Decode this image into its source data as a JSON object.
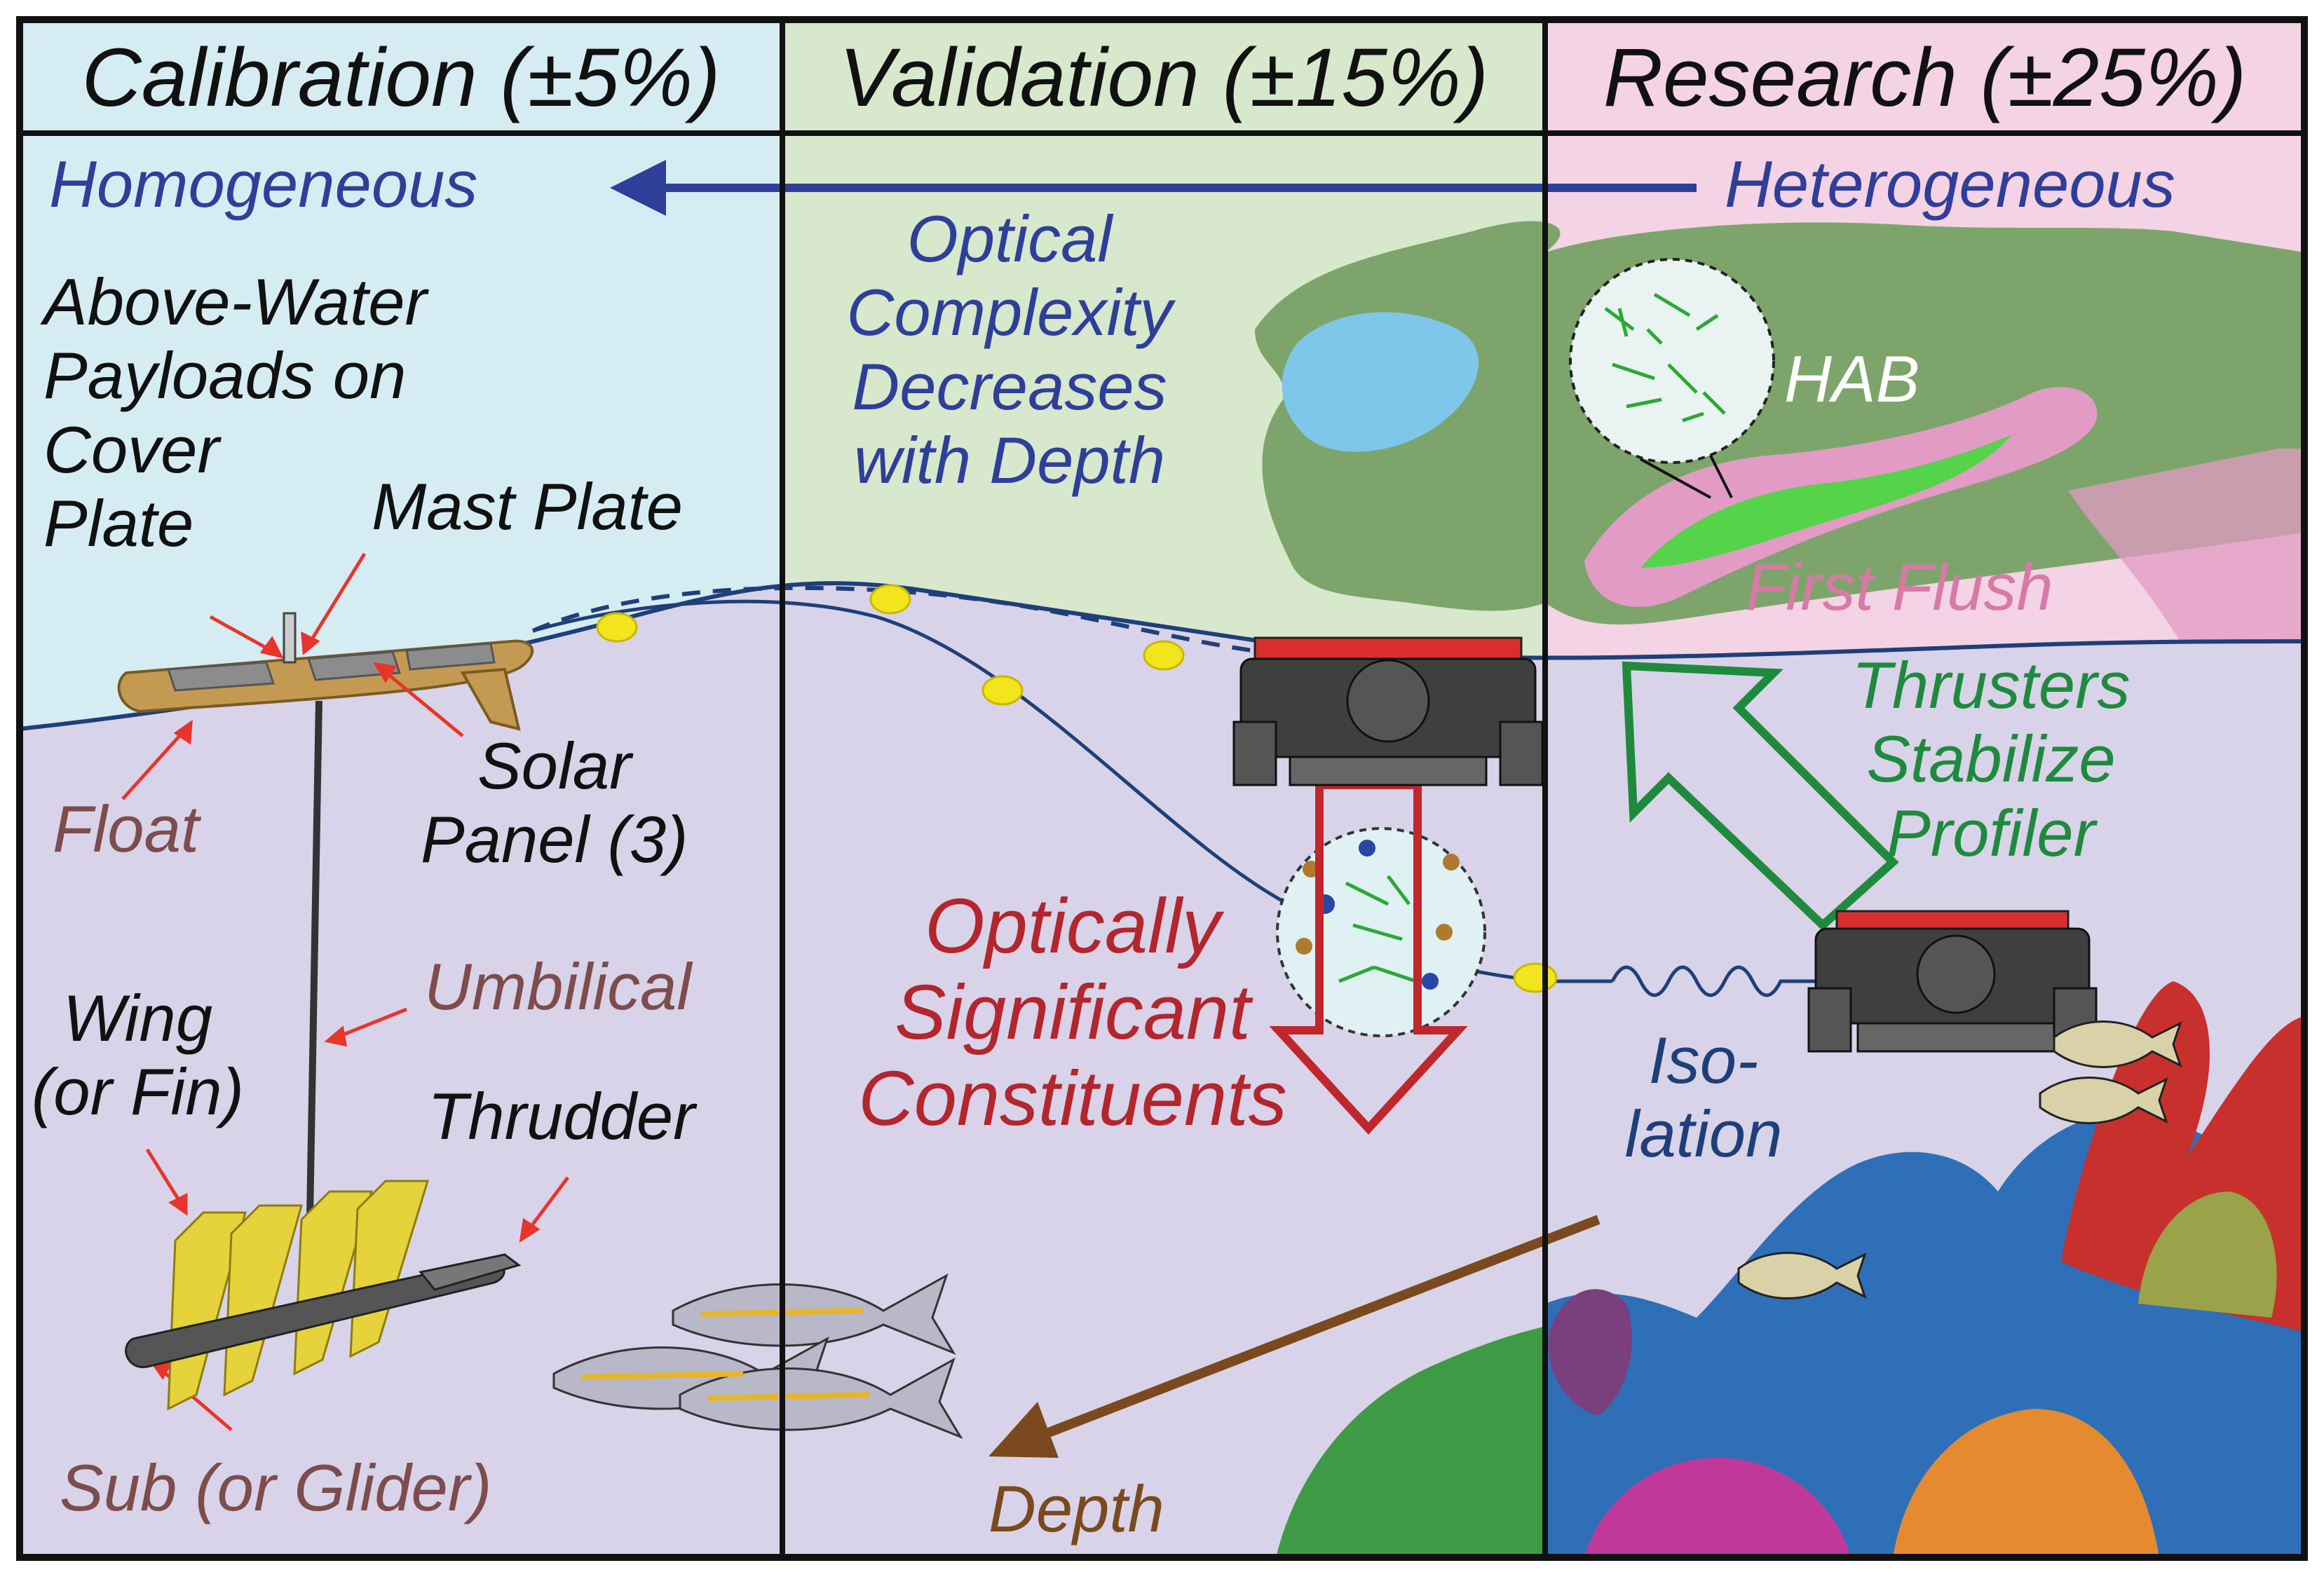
{
  "panels": [
    {
      "title": "Calibration (±5%)",
      "color": "#d6ecf3"
    },
    {
      "title": "Validation (±15%)",
      "color": "#d7e8cc"
    },
    {
      "title": "Research (±25%)",
      "color": "#f4d3e4"
    }
  ],
  "water_color": "#d8d3e8",
  "gradient": {
    "left": "Homogeneous",
    "right": "Heterogeneous"
  },
  "calibration_labels": {
    "above_water": "Above-Water\nPayloads on\nCover\nPlate",
    "mast_plate": "Mast Plate",
    "solar_panel": "Solar\nPanel (3)",
    "float": "Float",
    "umbilical": "Umbilical",
    "wing": "Wing\n(or Fin)",
    "thrudder": "Thrudder",
    "sub": "Sub (or Glider)"
  },
  "validation_labels": {
    "optical_complexity": "Optical\nComplexity\nDecreases\nwith Depth",
    "constituents": "Optically\nSignificant\nConstituents",
    "depth": "Depth"
  },
  "research_labels": {
    "hab": "HAB",
    "first_flush": "First Flush",
    "thrusters": "Thrusters\nStabilize\nProfiler",
    "isolation": "Iso-\nlation"
  }
}
